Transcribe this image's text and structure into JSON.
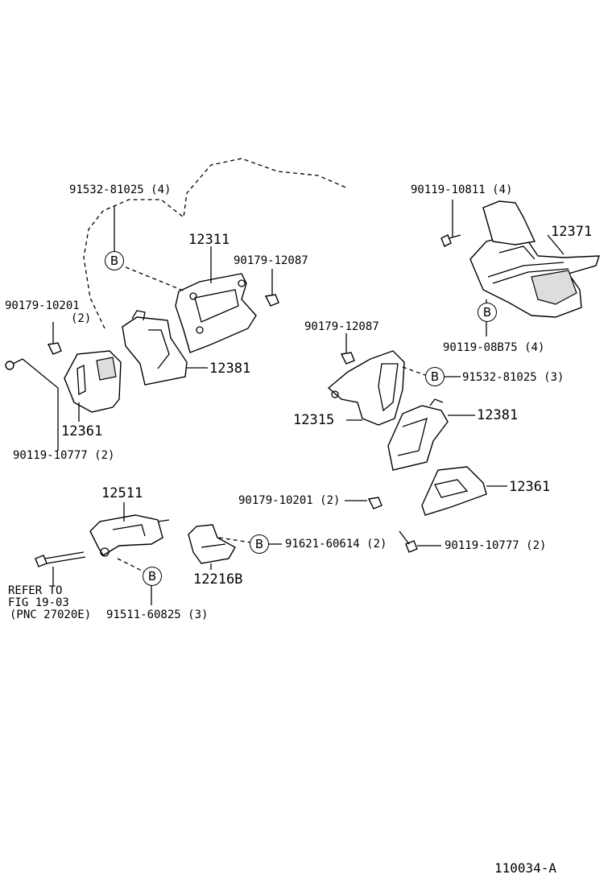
{
  "diagram_id": "110034-A",
  "callouts": [
    {
      "id": "c1",
      "text": "91532-81025 (4)"
    },
    {
      "id": "c2",
      "text": "12311"
    },
    {
      "id": "c3",
      "text": "90179-12087"
    },
    {
      "id": "c4",
      "text": "90179-10201"
    },
    {
      "id": "c4b",
      "text": "(2)"
    },
    {
      "id": "c5",
      "text": "12381"
    },
    {
      "id": "c6",
      "text": "12361"
    },
    {
      "id": "c7",
      "text": "90119-10777 (2)"
    },
    {
      "id": "c8",
      "text": "90119-10811 (4)"
    },
    {
      "id": "c9",
      "text": "12371"
    },
    {
      "id": "c10",
      "text": "90119-08B75 (4)"
    },
    {
      "id": "c11",
      "text": "90179-12087"
    },
    {
      "id": "c12",
      "text": "91532-81025 (3)"
    },
    {
      "id": "c13",
      "text": "12315"
    },
    {
      "id": "c14",
      "text": "12381"
    },
    {
      "id": "c15",
      "text": "90179-10201 (2)"
    },
    {
      "id": "c16",
      "text": "12361"
    },
    {
      "id": "c17",
      "text": "12511"
    },
    {
      "id": "c18",
      "text": "91621-60614 (2)"
    },
    {
      "id": "c19",
      "text": "90119-10777 (2)"
    },
    {
      "id": "c20",
      "text": "12216B"
    },
    {
      "id": "c21",
      "text": "REFER TO"
    },
    {
      "id": "c22",
      "text": "FIG 19-03"
    },
    {
      "id": "c23",
      "text": "(PNC 27020E)"
    },
    {
      "id": "c24",
      "text": "91511-60825 (3)"
    }
  ],
  "ref_marker": "B"
}
